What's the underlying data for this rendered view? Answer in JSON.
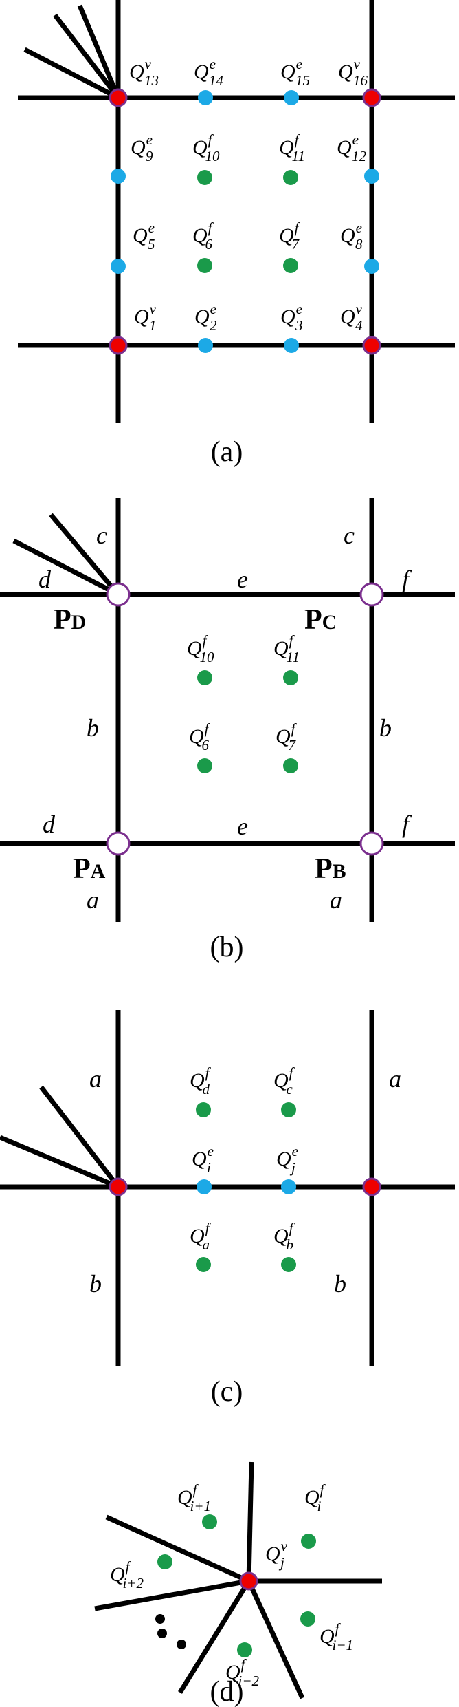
{
  "colors": {
    "vertex": "#ee0000",
    "vertex_ring": "#7b2f8e",
    "edge_point": "#1ca9e6",
    "face_point": "#1a9a4a",
    "open_vertex_fill": "#ffffff",
    "line": "#000000"
  },
  "panel_a": {
    "caption": "(a)",
    "labels": {
      "q13": {
        "base": "Q",
        "sup": "v",
        "sub": "13"
      },
      "q14": {
        "base": "Q",
        "sup": "e",
        "sub": "14"
      },
      "q15": {
        "base": "Q",
        "sup": "e",
        "sub": "15"
      },
      "q16": {
        "base": "Q",
        "sup": "v",
        "sub": "16"
      },
      "q9": {
        "base": "Q",
        "sup": "e",
        "sub": "9"
      },
      "q10": {
        "base": "Q",
        "sup": "f",
        "sub": "10"
      },
      "q11": {
        "base": "Q",
        "sup": "f",
        "sub": "11"
      },
      "q12": {
        "base": "Q",
        "sup": "e",
        "sub": "12"
      },
      "q5": {
        "base": "Q",
        "sup": "e",
        "sub": "5"
      },
      "q6": {
        "base": "Q",
        "sup": "f",
        "sub": "6"
      },
      "q7": {
        "base": "Q",
        "sup": "f",
        "sub": "7"
      },
      "q8": {
        "base": "Q",
        "sup": "e",
        "sub": "8"
      },
      "q1": {
        "base": "Q",
        "sup": "v",
        "sub": "1"
      },
      "q2": {
        "base": "Q",
        "sup": "e",
        "sub": "2"
      },
      "q3": {
        "base": "Q",
        "sup": "e",
        "sub": "3"
      },
      "q4": {
        "base": "Q",
        "sup": "v",
        "sub": "4"
      }
    }
  },
  "panel_b": {
    "caption": "(b)",
    "edge_labels": {
      "c_left": "c",
      "c_right": "c",
      "d_top": "d",
      "e_top": "e",
      "f_top": "f",
      "b_left": "b",
      "b_right": "b",
      "d_bottom": "d",
      "e_bottom": "e",
      "f_bottom": "f",
      "a_left": "a",
      "a_right": "a"
    },
    "corner_labels": {
      "pd": {
        "base": "P",
        "sub": "D"
      },
      "pc": {
        "base": "P",
        "sub": "C"
      },
      "pa": {
        "base": "P",
        "sub": "A"
      },
      "pb": {
        "base": "P",
        "sub": "B"
      }
    },
    "labels": {
      "q10": {
        "base": "Q",
        "sup": "f",
        "sub": "10"
      },
      "q11": {
        "base": "Q",
        "sup": "f",
        "sub": "11"
      },
      "q6": {
        "base": "Q",
        "sup": "f",
        "sub": "6"
      },
      "q7": {
        "base": "Q",
        "sup": "f",
        "sub": "7"
      }
    }
  },
  "panel_c": {
    "caption": "(c)",
    "edge_labels": {
      "a_left": "a",
      "a_right": "a",
      "b_left": "b",
      "b_right": "b"
    },
    "labels": {
      "qd": {
        "base": "Q",
        "sup": "f",
        "sub": "d"
      },
      "qc": {
        "base": "Q",
        "sup": "f",
        "sub": "c"
      },
      "qi": {
        "base": "Q",
        "sup": "e",
        "sub": "i"
      },
      "qj": {
        "base": "Q",
        "sup": "e",
        "sub": "j"
      },
      "qa": {
        "base": "Q",
        "sup": "f",
        "sub": "a"
      },
      "qb": {
        "base": "Q",
        "sup": "f",
        "sub": "b"
      }
    }
  },
  "panel_d": {
    "caption": "(d)",
    "labels": {
      "qi1": {
        "base": "Q",
        "sup": "f",
        "sub": "i+1"
      },
      "qi": {
        "base": "Q",
        "sup": "f",
        "sub": "i"
      },
      "qj": {
        "base": "Q",
        "sup": "v",
        "sub": "j"
      },
      "qi2": {
        "base": "Q",
        "sup": "f",
        "sub": "i+2"
      },
      "qim1": {
        "base": "Q",
        "sup": "f",
        "sub": "i−1"
      },
      "qim2": {
        "base": "Q",
        "sup": "f",
        "sub": "i−2"
      }
    }
  }
}
